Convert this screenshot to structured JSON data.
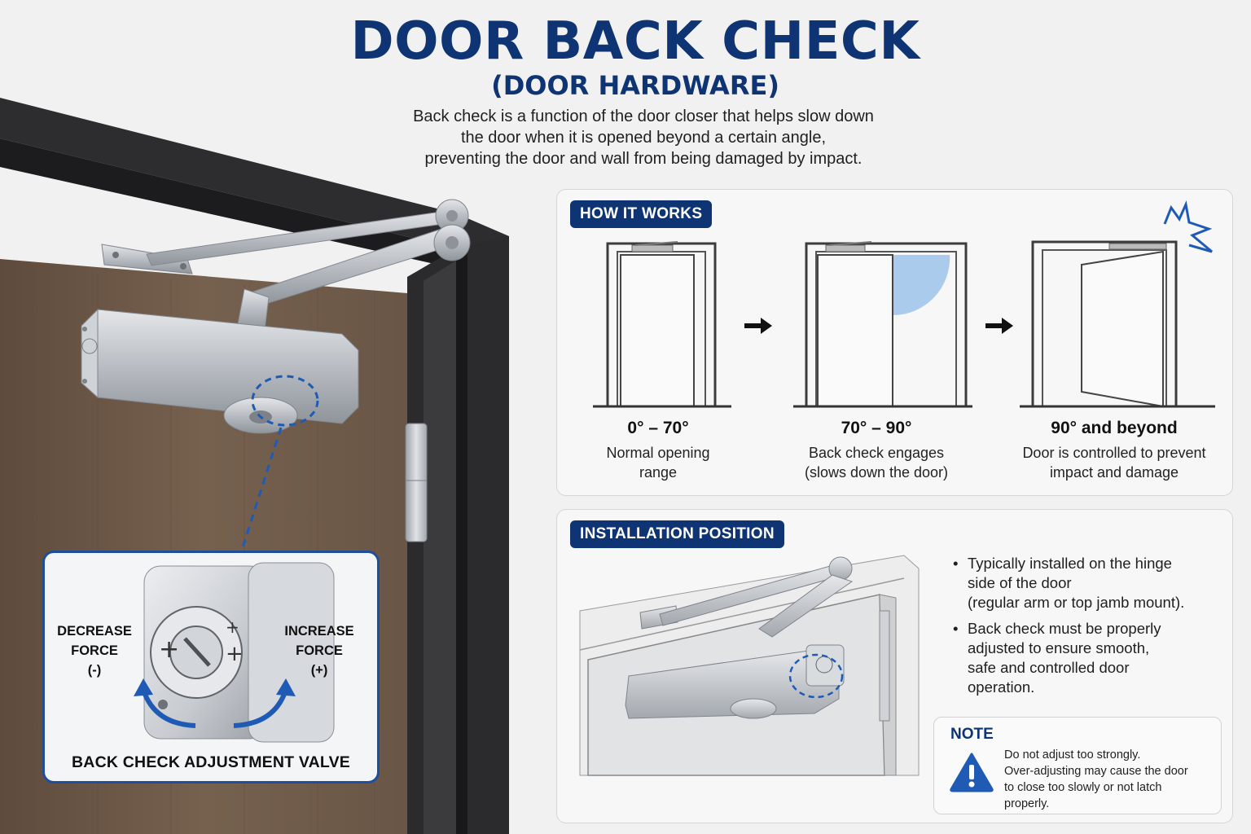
{
  "title": "DOOR BACK CHECK",
  "subtitle": "(DOOR HARDWARE)",
  "intro_lines": [
    "Back check is a function of the door closer that helps slow down",
    "the door when it is opened beyond a certain angle,",
    "preventing the door and wall from being damaged by impact."
  ],
  "how_it_works": {
    "badge": "HOW IT WORKS",
    "stages": [
      {
        "range": "0° – 70°",
        "desc": [
          "Normal opening",
          "range"
        ]
      },
      {
        "range": "70° – 90°",
        "desc": [
          "Back check engages",
          "(slows down the door)"
        ]
      },
      {
        "range": "90° and beyond",
        "desc": [
          "Door is controlled to prevent",
          "impact and damage"
        ]
      }
    ]
  },
  "installation": {
    "badge": "INSTALLATION POSITION",
    "bullets": [
      [
        "Typically installed on the hinge",
        "side of the door",
        "(regular arm or top jamb mount)."
      ],
      [
        "Back check must be properly",
        "adjusted to ensure smooth,",
        "safe and controlled door",
        "operation."
      ]
    ],
    "note": {
      "title": "NOTE",
      "lines": [
        "Do not adjust too strongly.",
        "Over-adjusting may cause the door",
        "to close too slowly or not latch",
        "properly."
      ]
    }
  },
  "valve": {
    "decrease": [
      "DECREASE",
      "FORCE",
      "(-)"
    ],
    "increase": [
      "INCREASE",
      "FORCE",
      "(+)"
    ],
    "caption": "BACK CHECK ADJUSTMENT VALVE"
  },
  "colors": {
    "brand_navy": "#0f3473",
    "accent_blue": "#1f5bb5",
    "door_wood": "#6e5a4b",
    "frame": "#2c2c2e"
  },
  "icons": [
    "arrow-right-icon",
    "impact-burst-icon",
    "warning-icon",
    "decrease-arrow-icon",
    "increase-arrow-icon"
  ]
}
